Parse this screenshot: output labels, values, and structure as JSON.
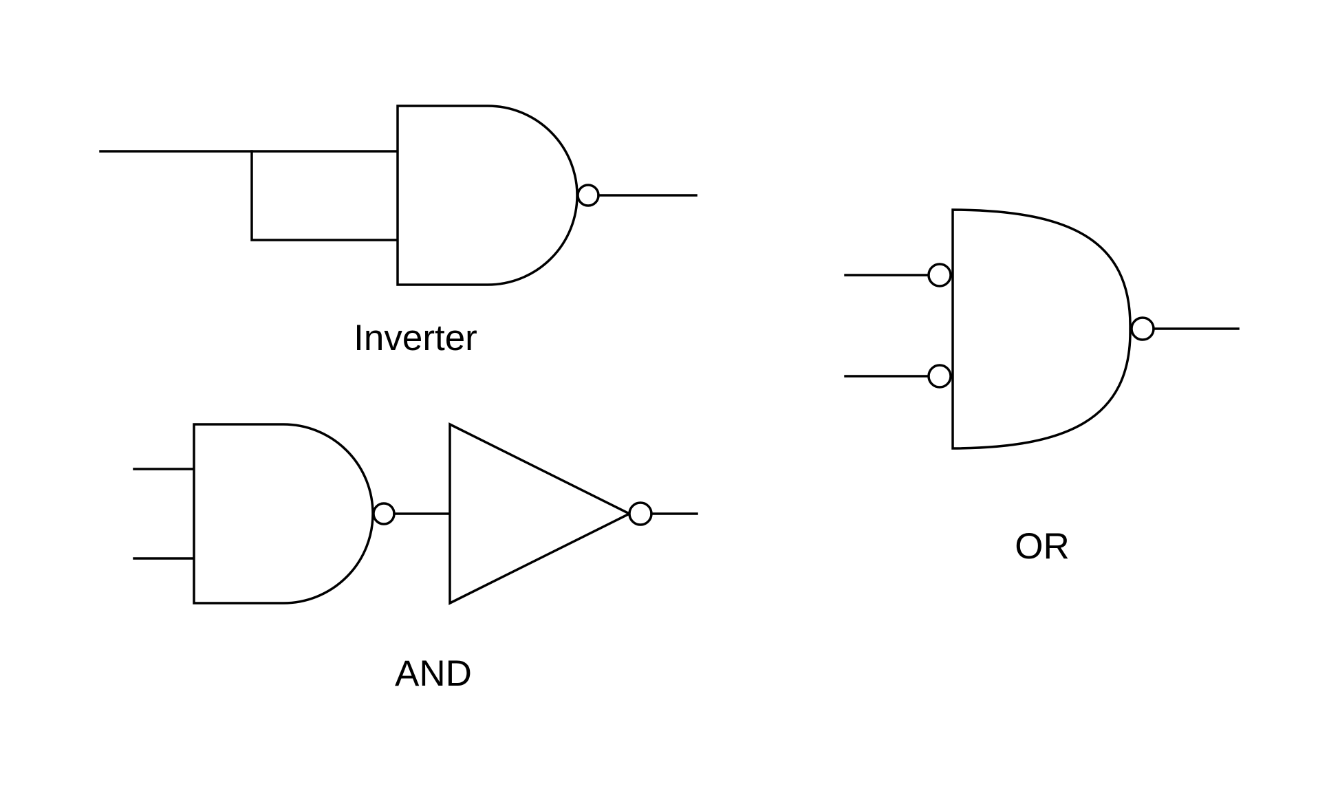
{
  "diagram": {
    "labels": {
      "inverter": "Inverter",
      "and": "AND",
      "or": "OR"
    },
    "colors": {
      "stroke": "#000000",
      "background": "#ffffff"
    }
  }
}
